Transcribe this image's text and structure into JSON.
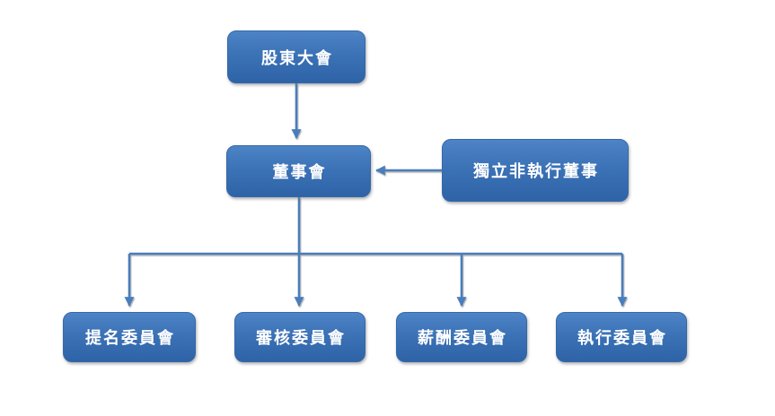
{
  "diagram": {
    "type": "org-chart",
    "background_color": "#ffffff",
    "node_style": {
      "fill_top": "#4d84c6",
      "fill_middle": "#3b71b5",
      "fill_bottom": "#2e63a7",
      "border_color": "#3568aa",
      "text_color": "#ffffff"
    },
    "connector_color": "#4a7ebb",
    "nodes": [
      {
        "id": "shareholders-meeting",
        "label": "股東大會"
      },
      {
        "id": "board-of-directors",
        "label": "董事會"
      },
      {
        "id": "independent-non-executive-directors",
        "label": "獨立非執行董事"
      },
      {
        "id": "nomination-committee",
        "label": "提名委員會"
      },
      {
        "id": "audit-committee",
        "label": "審核委員會"
      },
      {
        "id": "remuneration-committee",
        "label": "薪酬委員會"
      },
      {
        "id": "executive-committee",
        "label": "執行委員會"
      }
    ],
    "edges": [
      {
        "from": "股東大會",
        "to": "董事會",
        "direction": "down"
      },
      {
        "from": "獨立非執行董事",
        "to": "董事會",
        "direction": "left"
      },
      {
        "from": "董事會",
        "to": "提名委員會",
        "direction": "down"
      },
      {
        "from": "董事會",
        "to": "審核委員會",
        "direction": "down"
      },
      {
        "from": "董事會",
        "to": "薪酬委員會",
        "direction": "down"
      },
      {
        "from": "董事會",
        "to": "執行委員會",
        "direction": "down"
      }
    ]
  }
}
